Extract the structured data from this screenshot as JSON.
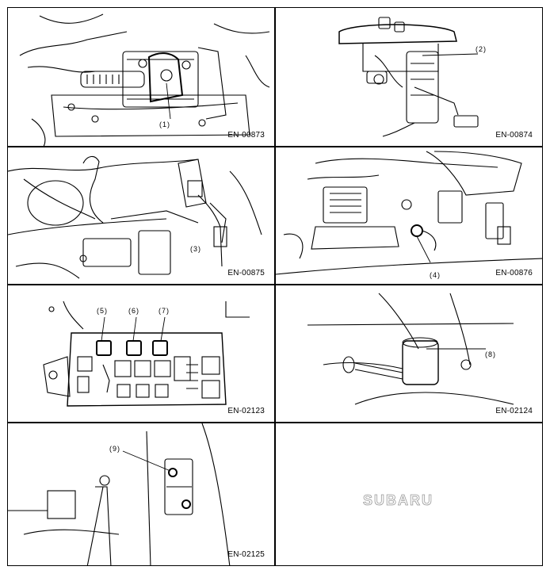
{
  "figures": [
    {
      "code": "EN-00873",
      "callouts": [
        "(1)"
      ]
    },
    {
      "code": "EN-00874",
      "callouts": [
        "(2)"
      ]
    },
    {
      "code": "EN-00875",
      "callouts": [
        "(3)"
      ]
    },
    {
      "code": "EN-00876",
      "callouts": [
        "(4)"
      ]
    },
    {
      "code": "EN-02123",
      "callouts": [
        "(5)",
        "(6)",
        "(7)"
      ]
    },
    {
      "code": "EN-02124",
      "callouts": [
        "(8)"
      ]
    },
    {
      "code": "EN-02125",
      "callouts": [
        "(9)"
      ]
    }
  ],
  "watermark": "SUBARU"
}
